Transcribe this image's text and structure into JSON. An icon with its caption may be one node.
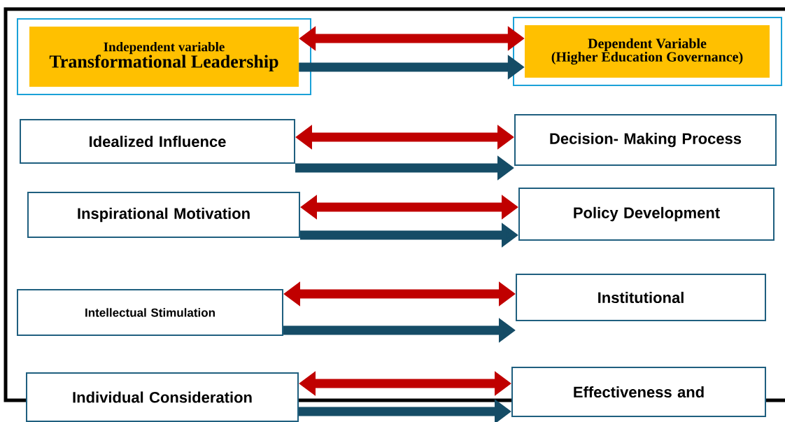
{
  "diagram": {
    "nodes": [
      {
        "text": [
          "Independent variable",
          "Transformational Leadership"
        ]
      },
      {
        "text": [
          "Dependent Variable",
          "(Higher Education Governance)"
        ]
      },
      {
        "text": [
          "Idealized Influence"
        ]
      },
      {
        "text": [
          "Decision- Making Process"
        ]
      },
      {
        "text": [
          "Inspirational Motivation"
        ]
      },
      {
        "text": [
          "Policy Development"
        ]
      },
      {
        "text": [
          "Intellectual Stimulation"
        ]
      },
      {
        "text": [
          "Institutional"
        ]
      },
      {
        "text": [
          "Individual Consideration"
        ]
      },
      {
        "text": [
          "Effectiveness and"
        ]
      }
    ],
    "edges": [
      {
        "from": 0,
        "to": 1,
        "arrow": "both",
        "color": "#c00000"
      },
      {
        "from": 0,
        "to": 1,
        "arrow": "to",
        "color": "#154c66"
      },
      {
        "from": 2,
        "to": 3,
        "arrow": "both",
        "color": "#c00000"
      },
      {
        "from": 2,
        "to": 3,
        "arrow": "to",
        "color": "#154c66"
      },
      {
        "from": 4,
        "to": 5,
        "arrow": "both",
        "color": "#c00000"
      },
      {
        "from": 4,
        "to": 5,
        "arrow": "to",
        "color": "#154c66"
      },
      {
        "from": 6,
        "to": 7,
        "arrow": "both",
        "color": "#c00000"
      },
      {
        "from": 6,
        "to": 7,
        "arrow": "to",
        "color": "#154c66"
      },
      {
        "from": 8,
        "to": 9,
        "arrow": "both",
        "color": "#c00000"
      },
      {
        "from": 8,
        "to": 9,
        "arrow": "to",
        "color": "#154c66"
      }
    ]
  }
}
